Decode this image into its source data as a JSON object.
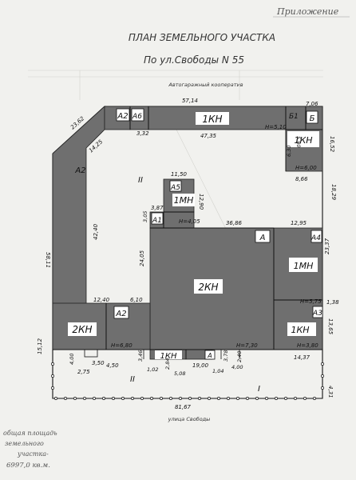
{
  "stamp": "Приложение",
  "title": "ПЛАН ЗЕМЕЛЬНОГО УЧАСТКА",
  "subtitle": "По ул.Свободы N 55",
  "north_neighbor": "Автогаражный кооператив",
  "street": "улица Свободы",
  "area_note": {
    "line1": "общая площадь",
    "line2": "земельного",
    "line3": "участка-",
    "value": "6997,0 кв.м."
  },
  "roman": {
    "i": "I",
    "ii_top": "II",
    "ii_bottom": "II"
  },
  "blocks": {
    "a2_top": "А2",
    "a6": "А6",
    "kn_top": "1КН",
    "b1": "Б1",
    "b": "Б",
    "h_510": "Н=5,10",
    "kn_right": "1КН",
    "h_600": "Н=6,00",
    "a2_left": "А2",
    "a5": "А5",
    "mn_small": "1МН",
    "a1": "А1",
    "h_405": "Н=4,05",
    "a_main": "А",
    "a4": "А4",
    "mn_right": "1МН",
    "kn_center": "2КН",
    "h_575": "Н=5,75",
    "a3": "А3",
    "a2_bottom": "А2",
    "kn_left": "2КН",
    "h_680": "Н=6,80",
    "kn_bottom": "1КН",
    "a_small": "А",
    "h_730": "Н=7,30",
    "kn_br": "1КН",
    "h_380": "Н=3,80"
  },
  "dims": {
    "d5714": "57,14",
    "d706": "7,06",
    "d2762": "23,62",
    "d332": "3,32",
    "d4735": "47,35",
    "d1652": "16,52",
    "d1425": "14,25",
    "d580": "5,80",
    "d630": "6,30",
    "d866": "8,66",
    "d1829": "18,29",
    "d1150": "11,50",
    "d1290": "12,90",
    "d387": "3,87",
    "d305": "3,05",
    "d3686": "36,86",
    "d1295": "12,95",
    "d5811": "58,11",
    "d4240": "42,40",
    "d2405": "24,05",
    "d2337": "23,37",
    "d1240": "12,40",
    "d610": "6,10",
    "d138": "1,38",
    "d1365": "13,65",
    "d1437": "14,37",
    "d1512": "15,12",
    "d400a": "4,00",
    "d275": "2,75",
    "d350": "3,50",
    "d450": "4,50",
    "d346": "3,46",
    "d102": "1,02",
    "d284": "2,84",
    "d508": "5,08",
    "d1900": "19,00",
    "d104": "1,04",
    "d378": "3,78",
    "d240": "2,40",
    "d400b": "4,00",
    "d431": "4,31",
    "d8167": "81,67"
  }
}
